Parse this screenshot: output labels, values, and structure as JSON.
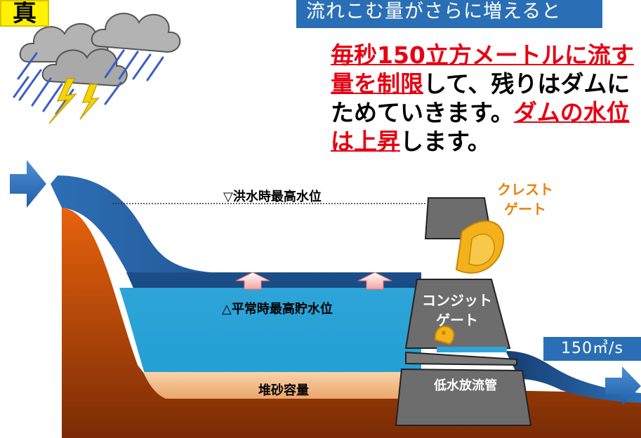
{
  "corner_tag": "真",
  "banner": "流れこむ量がさらに増えると",
  "message": {
    "part1": "毎秒150立方メートルに流す量を制限",
    "part2": "して、残りはダムにためていきます。",
    "part3": "ダムの水位は上昇",
    "part4": "します。"
  },
  "labels": {
    "flood_max_level": "▽洪水時最高水位",
    "normal_max_level": "△平常時最高貯水位",
    "sediment_capacity": "堆砂容量",
    "crest_gate": [
      "クレスト",
      "ゲート"
    ],
    "conduit_gate": [
      "コンジット",
      "ゲート"
    ],
    "low_outlet": "低水放流管",
    "outflow": "150㎥/s"
  },
  "colors": {
    "banner_bg": "#2a6fb6",
    "highlight_red": "#e60012",
    "tag_yellow": "#fff200",
    "gate_yellow": "#f3b21c",
    "ground_top": "#e8620c",
    "ground_bottom": "#7a2c06",
    "water_dark": "#17477f",
    "water_light": "#2ea4d8",
    "sediment": "#f4c596",
    "dam_gray": "#6d6d6d"
  },
  "icons": [
    "cloud-icon",
    "rain-icon",
    "lightning-icon",
    "inflow-arrow-icon",
    "outflow-arrow-icon",
    "rise-arrow-icon"
  ]
}
